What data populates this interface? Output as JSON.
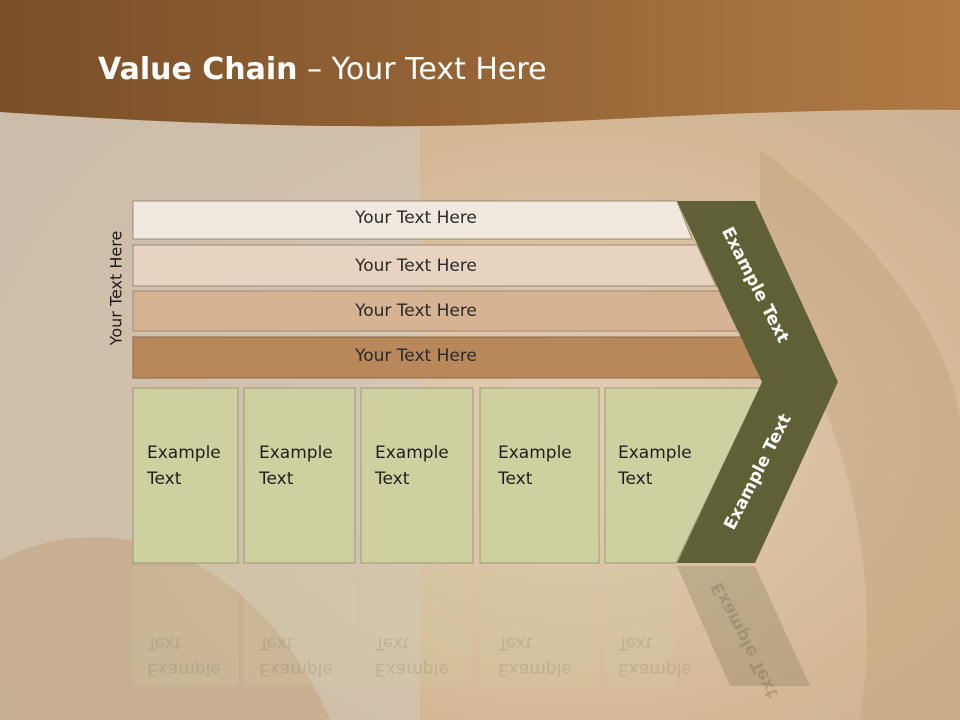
{
  "title": {
    "bold": "Value Chain",
    "rest": " – Your Text Here"
  },
  "side_label": "Your Text Here",
  "rows": [
    {
      "label": "Your Text Here",
      "color": "#f1e9e0"
    },
    {
      "label": "Your Text Here",
      "color": "#e7d3c0"
    },
    {
      "label": "Your Text Here",
      "color": "#d5b393"
    },
    {
      "label": "Your Text Here",
      "color": "#b8875a"
    }
  ],
  "boxes": [
    {
      "line1": "Example",
      "line2": "Text"
    },
    {
      "line1": "Example",
      "line2": "Text"
    },
    {
      "line1": "Example",
      "line2": "Text"
    },
    {
      "line1": "Example",
      "line2": "Text"
    },
    {
      "line1": "Example",
      "line2": "Text"
    }
  ],
  "chevron_top": "Example Text",
  "chevron_bottom": "Example Text",
  "colors": {
    "header": "#8f5f32",
    "chevron": "#5f6035",
    "box": "#cfd0a0"
  }
}
